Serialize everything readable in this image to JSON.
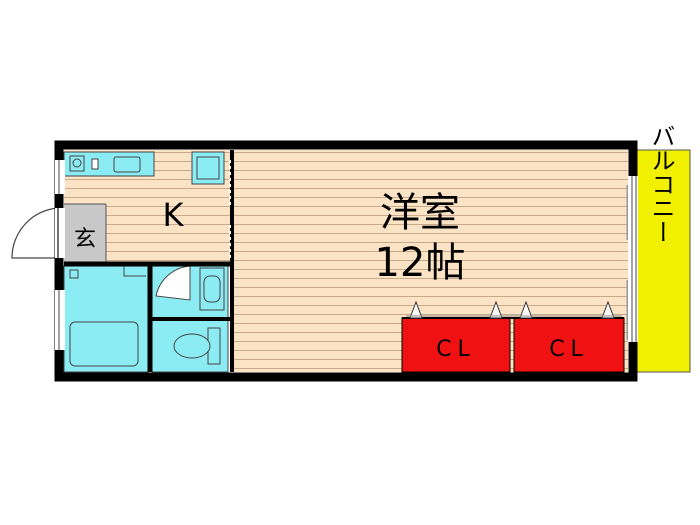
{
  "floor_plan": {
    "rooms": {
      "western_room": {
        "label": "洋室",
        "size": "12帖"
      },
      "kitchen": {
        "label": "K"
      },
      "entrance": {
        "label": "玄"
      },
      "balcony": {
        "label": "バルコニー"
      },
      "closets": [
        {
          "label": "CL"
        },
        {
          "label": "CL"
        }
      ]
    },
    "colors": {
      "room_floor": "#fbe3c6",
      "floor_lines": "#c9a98a",
      "wet_area": "#8cecf4",
      "entrance": "#c8c8c8",
      "closet": "#f01212",
      "balcony": "#f0f000",
      "wall": "#000000"
    }
  }
}
